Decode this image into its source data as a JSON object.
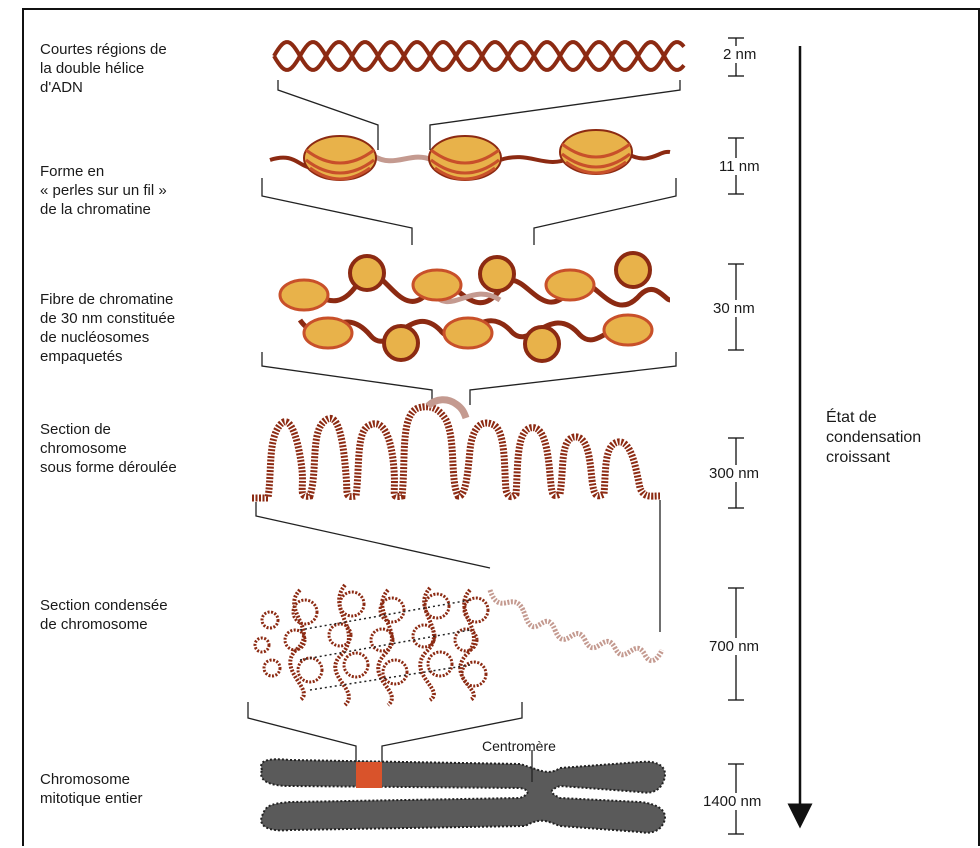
{
  "levels": [
    {
      "label": "Courtes régions de\nla double hélice\nd'ADN",
      "scale": "2 nm"
    },
    {
      "label": "Forme en\n« perles sur un fil »\nde la chromatine",
      "scale": "11 nm"
    },
    {
      "label": "Fibre de chromatine\nde 30 nm constituée\nde nucléosomes\nempaquetés",
      "scale": "30 nm"
    },
    {
      "label": "Section de\nchromosome\nsous forme déroulée",
      "scale": "300 nm"
    },
    {
      "label": "Section condensée\nde chromosome",
      "scale": "700 nm"
    },
    {
      "label": "Chromosome\nmitotique entier",
      "scale": "1400 nm"
    }
  ],
  "annotations": {
    "centromere": "Centromère",
    "condensation": "État de\ncondensation\ncroissant"
  },
  "colors": {
    "dna": "#8c2a12",
    "nucleosome": "#e8b24a",
    "linker": "#c49a90",
    "chromatid": "#5a5a5a",
    "centromere_band": "#d9532b"
  }
}
